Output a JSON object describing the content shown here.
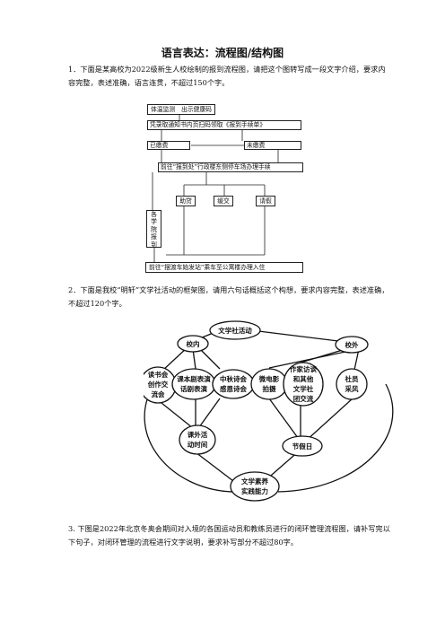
{
  "title": "语言表达：流程图/结构图",
  "q1": {
    "text": "1．下面是某高校为2022级新生人校绘制的报到流程图，请把这个图转写成一段文字介绍，要求内容完整，表述准确，语言连贯，不超过150个字。",
    "flow": {
      "step1": "体温监测　出示健康码",
      "step2": "凭录取通知书内页扫码领取《报到手续单》",
      "paid": "已缴费",
      "unpaid": "未缴费",
      "step4": "前往“报到处”行政楼东侧停车场办理手续",
      "loan": "助贷",
      "pay": "缓交",
      "apply": "请假",
      "college": [
        "各",
        "学",
        "院",
        "报",
        "到"
      ],
      "final": "前往“摆渡车始发站”乘车至公寓楼办理入住"
    }
  },
  "q2": {
    "text": "2．下面是我校“明轩”文学社活动的框架图，请用六句话概括这个构想，要求内容完整，表述准确，不超过120个字。",
    "diagram": {
      "center_top": "文学社活动",
      "inside": "校内",
      "outside": "校外",
      "reading": [
        "读书会",
        "创作交",
        "流会"
      ],
      "drama": [
        "课本剧表演",
        "话剧表演"
      ],
      "festival": [
        "中秋诗会",
        "感恩诗会"
      ],
      "film": [
        "微电影",
        "拍摄"
      ],
      "interview": [
        "作家访谈",
        "和其他",
        "文学社",
        "团交流"
      ],
      "collect": [
        "社员",
        "采风"
      ],
      "extracurricular": [
        "课外活",
        "动时间"
      ],
      "holiday": "节假日",
      "ability": [
        "文学素养",
        "实践能力"
      ]
    }
  },
  "q3": {
    "text": "3. 下图是2022年北京冬奥会期间对入境的各国运动员和教练员进行的闭环管理流程图，请补写完以下句子，对闭环管理的流程进行文字说明，要求补写部分不超过80字。"
  }
}
